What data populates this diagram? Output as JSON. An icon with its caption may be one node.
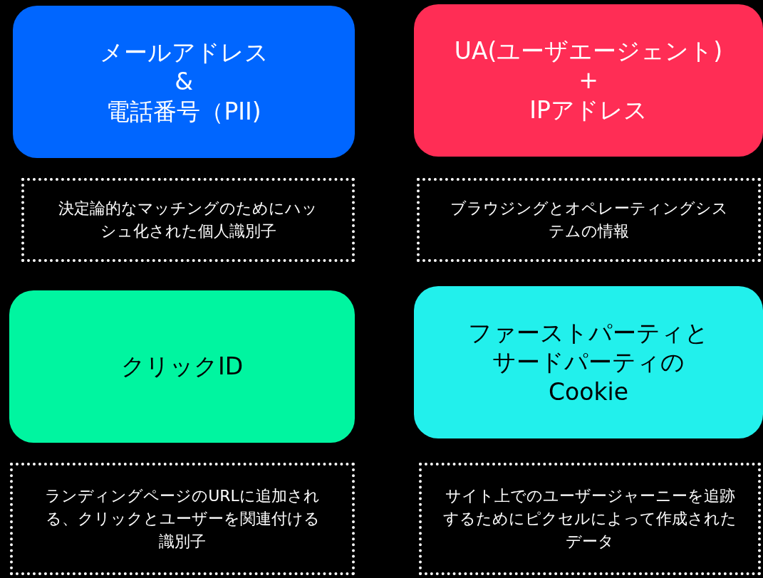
{
  "diagram": {
    "nodes": [
      {
        "text": [
          "メールアドレス & 電話番号（PII)"
        ]
      },
      {
        "text": [
          "UA(ユーザエージェント) + IPアドレス"
        ]
      },
      {
        "text": [
          "決定論的なマッチングのためにハッシュ化された個人識別子"
        ]
      },
      {
        "text": [
          "ブラウジングとオペレーティングシステムの情報"
        ]
      },
      {
        "text": [
          "クリックID"
        ]
      },
      {
        "text": [
          "ファーストパーティとサードパーティのCookie"
        ]
      },
      {
        "text": [
          "ランディングページのURLに追加される、クリックとユーザーを関連付ける識別子"
        ]
      },
      {
        "text": [
          "サイト上でのユーザージャーニーを追跡するためにピクセルによって作成されたデータ"
        ]
      }
    ],
    "edges": []
  }
}
